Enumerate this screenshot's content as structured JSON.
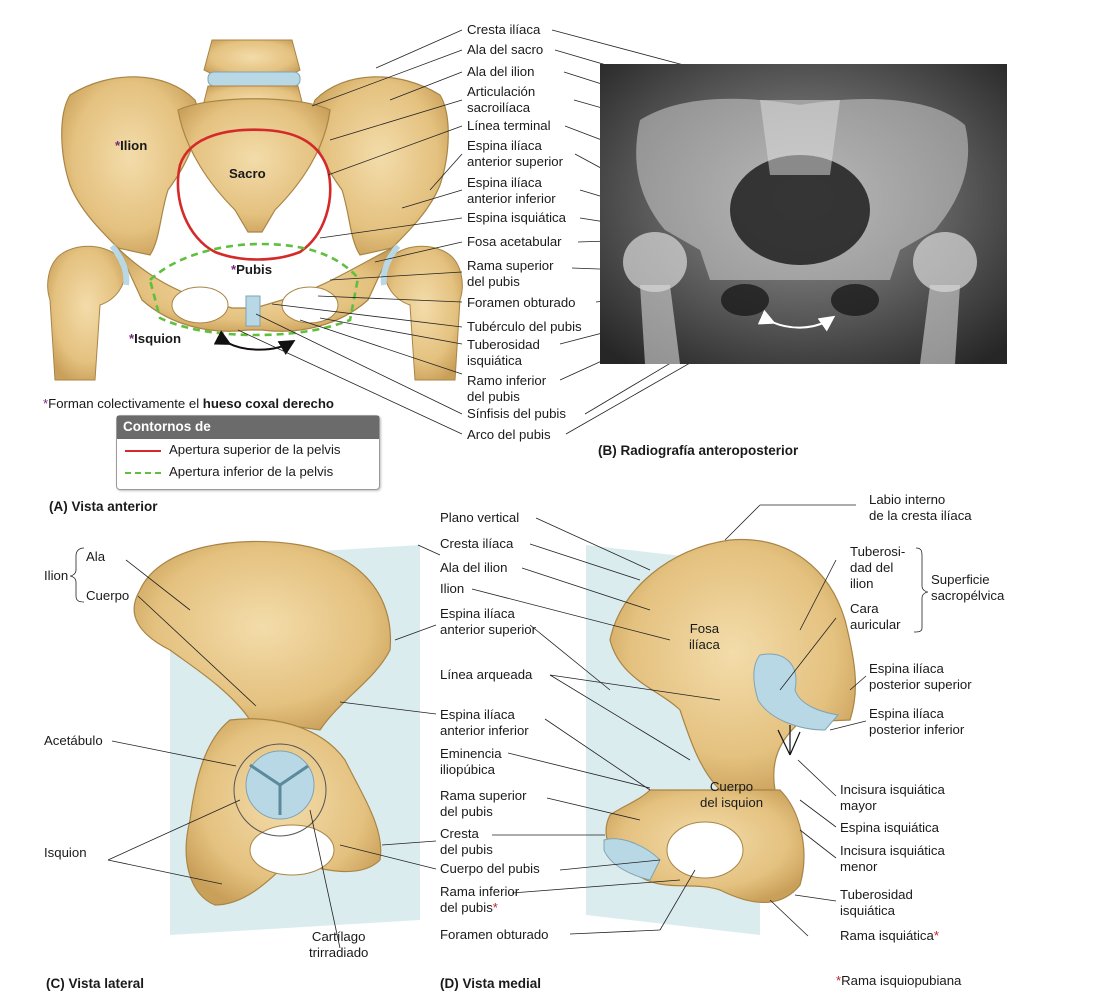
{
  "panel_a": {
    "title": "(A) Vista anterior",
    "bone_labels": {
      "ilion": "Ilion",
      "sacro": "Sacro",
      "pubis": "Pubis",
      "isquion": "Isquion"
    },
    "labels": [
      "Cresta ilíaca",
      "Ala del sacro",
      "Ala del ilion",
      "Articulación\nsacroilíaca",
      "Línea terminal",
      "Espina ilíaca\nanterior superior",
      "Espina ilíaca\nanterior inferior",
      "Espina isquiática",
      "Fosa acetabular",
      "Rama superior\ndel pubis",
      "Foramen obturado",
      "Tubérculo del pubis",
      "Tuberosidad\nisquiática",
      "Ramo inferior\ndel pubis",
      "Sínfisis del pubis",
      "Arco del pubis"
    ],
    "footnote_prefix": "Forman colectivamente el ",
    "footnote_bold": "hueso coxal derecho",
    "legend": {
      "title": "Contornos de",
      "items": [
        {
          "label": "Apertura superior de la pelvis",
          "color": "#d42a2a",
          "style": "solid"
        },
        {
          "label": "Apertura inferior de la pelvis",
          "color": "#5fbf3f",
          "style": "dashed"
        }
      ]
    }
  },
  "panel_b": {
    "title": "(B) Radiografía anteroposterior"
  },
  "panel_c": {
    "title": "(C) Vista lateral",
    "ilion_bracket": "Ilion",
    "ilion_parts": [
      "Ala",
      "Cuerpo"
    ],
    "left_labels": [
      "Acetábulo",
      "Isquion"
    ],
    "bottom_label": "Cartílago\ntrirradiado"
  },
  "shared_labels": [
    "Plano vertical",
    "Cresta ilíaca",
    "Ala del ilion",
    "Ilion",
    "Espina ilíaca\nanterior superior",
    "Línea arqueada",
    "Espina ilíaca\nanterior inferior",
    "Eminencia\niliopúbica",
    "Rama superior\ndel pubis",
    "Cresta\ndel pubis",
    "Cuerpo del pubis",
    "Rama inferior\ndel pubis",
    "Foramen obturado"
  ],
  "panel_d": {
    "title": "(D) Vista medial",
    "top_label": "Labio interno\nde la cresta ilíaca",
    "inner_labels": {
      "fosa": "Fosa\nilíaca",
      "cuerpo": "Cuerpo\ndel isquion"
    },
    "right_bracket_items": [
      "Tuberosi-\ndad del\nilion",
      "Cara\nauricular"
    ],
    "right_bracket_label": "Superficie\nsacropélvica",
    "right_labels": [
      "Espina ilíaca\nposterior superior",
      "Espina ilíaca\nposterior inferior",
      "Incisura isquiática\nmayor",
      "Espina isquiática",
      "Incisura isquiática\nmenor",
      "Tuberosidad\nisquiática",
      "Rama isquiática"
    ],
    "footnote": "Rama isquiopubiana"
  },
  "colors": {
    "bone": "#e8c98a",
    "bone_dark": "#c9a05a",
    "cartilage": "#b9d8e6",
    "plane": "#cfe6ea",
    "asterisk_purple": "#8a2c8a",
    "asterisk_red": "#d42a2a"
  }
}
